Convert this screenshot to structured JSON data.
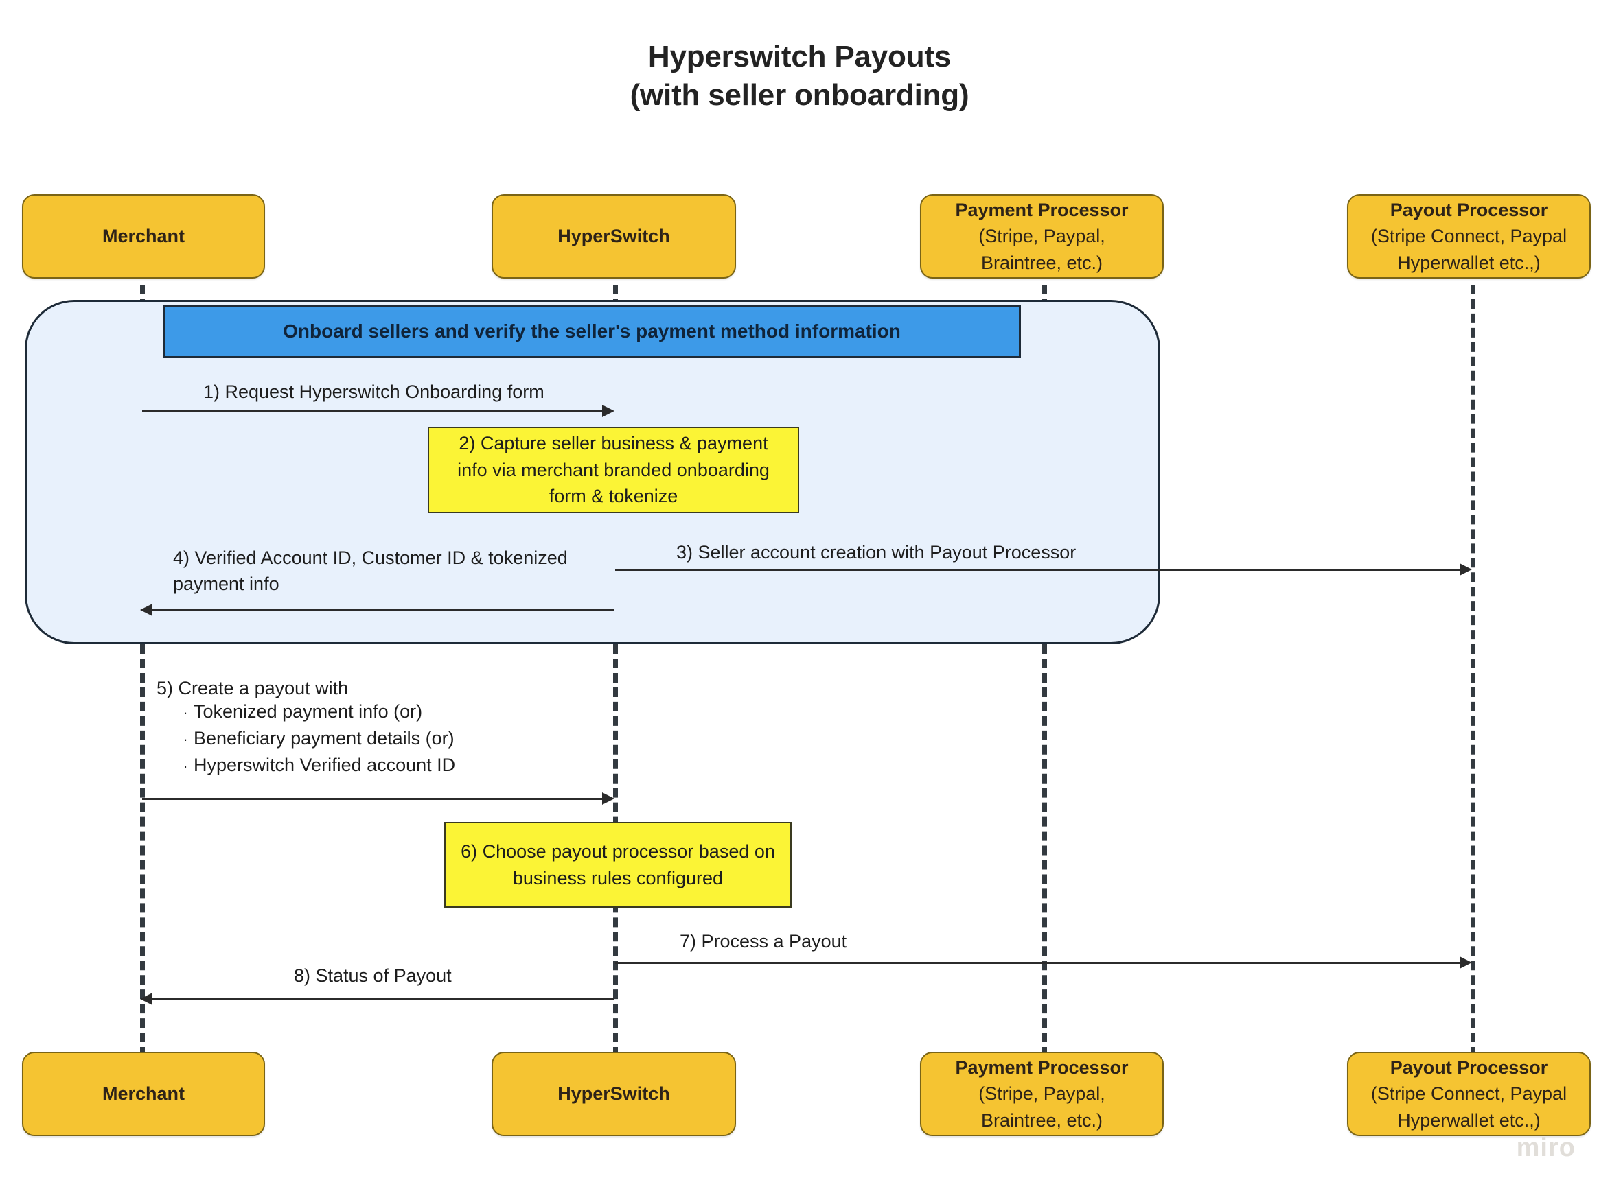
{
  "diagram": {
    "title_line1": "Hyperswitch Payouts",
    "title_line2": "(with seller onboarding)",
    "watermark": "miro",
    "colors": {
      "participant_fill": "#F5C432",
      "fragment_fill": "#E8F1FC",
      "fragment_header_fill": "#3D9AE8",
      "note_fill": "#FBF436",
      "line": "#333a40",
      "text": "#1d1d1d"
    }
  },
  "participants": [
    {
      "name": "Merchant",
      "sub1": "",
      "sub2": ""
    },
    {
      "name": "HyperSwitch",
      "sub1": "",
      "sub2": ""
    },
    {
      "name": "Payment Processor",
      "sub1": "(Stripe, Paypal,",
      "sub2": "Braintree, etc.)"
    },
    {
      "name": "Payout Processor",
      "sub1": "(Stripe Connect, Paypal",
      "sub2": "Hyperwallet etc.,)"
    }
  ],
  "fragment": {
    "header": "Onboard sellers and verify the seller's payment method information"
  },
  "messages": [
    {
      "id": "1",
      "label": "1) Request Hyperswitch Onboarding form",
      "from": "Merchant",
      "to": "HyperSwitch",
      "direction": "right"
    },
    {
      "id": "3",
      "label": "3) Seller account creation with Payout Processor",
      "from": "HyperSwitch",
      "to": "Payout Processor",
      "direction": "right"
    },
    {
      "id": "4",
      "label": "4) Verified Account ID, Customer ID & tokenized\npayment info",
      "from": "HyperSwitch",
      "to": "Merchant",
      "direction": "left"
    },
    {
      "id": "5",
      "label": "5) Create a payout with",
      "from": "Merchant",
      "to": "HyperSwitch",
      "direction": "right",
      "bullets": [
        "Tokenized payment info (or)",
        "Beneficiary payment details (or)",
        "Hyperswitch Verified account ID"
      ]
    },
    {
      "id": "7",
      "label": "7) Process a Payout",
      "from": "HyperSwitch",
      "to": "Payout Processor",
      "direction": "right"
    },
    {
      "id": "8",
      "label": "8) Status of Payout",
      "from": "HyperSwitch",
      "to": "Merchant",
      "direction": "left"
    }
  ],
  "notes": [
    {
      "id": "2",
      "line1": "2) Capture seller business & payment",
      "line2": "info via merchant branded onboarding",
      "line3": "form & tokenize"
    },
    {
      "id": "6",
      "line1": "6) Choose payout processor based on",
      "line2": "business rules configured",
      "line3": ""
    }
  ]
}
